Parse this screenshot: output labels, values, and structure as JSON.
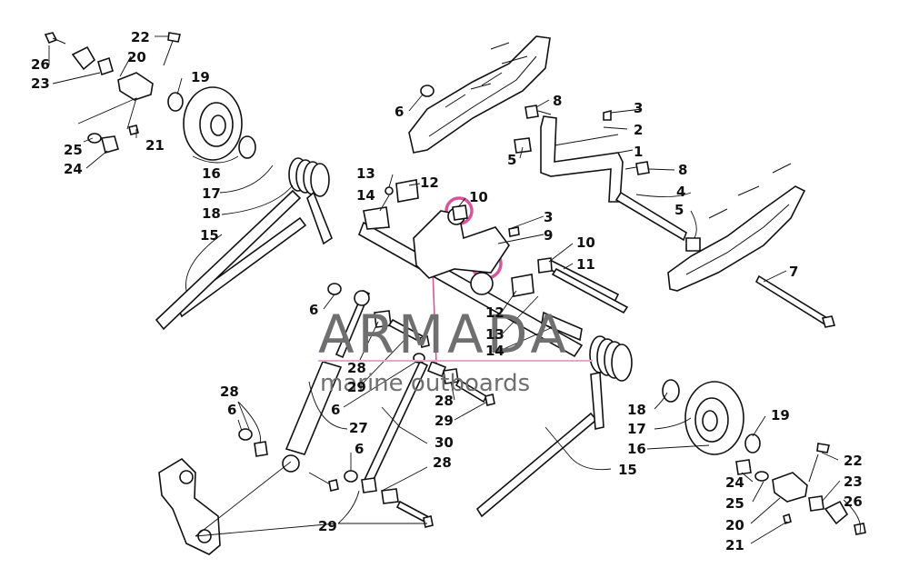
{
  "watermark": {
    "brand": "ARMADA",
    "tagline": "marine outboards",
    "line_color": "#e8a7c8",
    "logo_color": "#d9559b",
    "text_color": "#6f6f6f"
  },
  "callouts": [
    {
      "id": "c1",
      "text": "1"
    },
    {
      "id": "c2",
      "text": "2"
    },
    {
      "id": "c3a",
      "text": "3"
    },
    {
      "id": "c3b",
      "text": "3"
    },
    {
      "id": "c4",
      "text": "4"
    },
    {
      "id": "c5a",
      "text": "5"
    },
    {
      "id": "c5b",
      "text": "5"
    },
    {
      "id": "c6a",
      "text": "6"
    },
    {
      "id": "c6b",
      "text": "6"
    },
    {
      "id": "c6c",
      "text": "6"
    },
    {
      "id": "c6d",
      "text": "6"
    },
    {
      "id": "c6e",
      "text": "6"
    },
    {
      "id": "c7",
      "text": "7"
    },
    {
      "id": "c8a",
      "text": "8"
    },
    {
      "id": "c8b",
      "text": "8"
    },
    {
      "id": "c9",
      "text": "9"
    },
    {
      "id": "c10a",
      "text": "10"
    },
    {
      "id": "c10b",
      "text": "10"
    },
    {
      "id": "c11",
      "text": "11"
    },
    {
      "id": "c12a",
      "text": "12"
    },
    {
      "id": "c12b",
      "text": "12"
    },
    {
      "id": "c13a",
      "text": "13"
    },
    {
      "id": "c13b",
      "text": "13"
    },
    {
      "id": "c14a",
      "text": "14"
    },
    {
      "id": "c14b",
      "text": "14"
    },
    {
      "id": "c15a",
      "text": "15"
    },
    {
      "id": "c15b",
      "text": "15"
    },
    {
      "id": "c16a",
      "text": "16"
    },
    {
      "id": "c16b",
      "text": "16"
    },
    {
      "id": "c17a",
      "text": "17"
    },
    {
      "id": "c17b",
      "text": "17"
    },
    {
      "id": "c18a",
      "text": "18"
    },
    {
      "id": "c18b",
      "text": "18"
    },
    {
      "id": "c19a",
      "text": "19"
    },
    {
      "id": "c19b",
      "text": "19"
    },
    {
      "id": "c20a",
      "text": "20"
    },
    {
      "id": "c20b",
      "text": "20"
    },
    {
      "id": "c21a",
      "text": "21"
    },
    {
      "id": "c21b",
      "text": "21"
    },
    {
      "id": "c22a",
      "text": "22"
    },
    {
      "id": "c22b",
      "text": "22"
    },
    {
      "id": "c23a",
      "text": "23"
    },
    {
      "id": "c23b",
      "text": "23"
    },
    {
      "id": "c24a",
      "text": "24"
    },
    {
      "id": "c24b",
      "text": "24"
    },
    {
      "id": "c25a",
      "text": "25"
    },
    {
      "id": "c25b",
      "text": "25"
    },
    {
      "id": "c26a",
      "text": "26"
    },
    {
      "id": "c26b",
      "text": "26"
    },
    {
      "id": "c27",
      "text": "27"
    },
    {
      "id": "c28a",
      "text": "28"
    },
    {
      "id": "c28b",
      "text": "28"
    },
    {
      "id": "c28c",
      "text": "28"
    },
    {
      "id": "c28d",
      "text": "28"
    },
    {
      "id": "c29a",
      "text": "29"
    },
    {
      "id": "c29b",
      "text": "29"
    },
    {
      "id": "c29c",
      "text": "29"
    },
    {
      "id": "c30",
      "text": "30"
    }
  ]
}
